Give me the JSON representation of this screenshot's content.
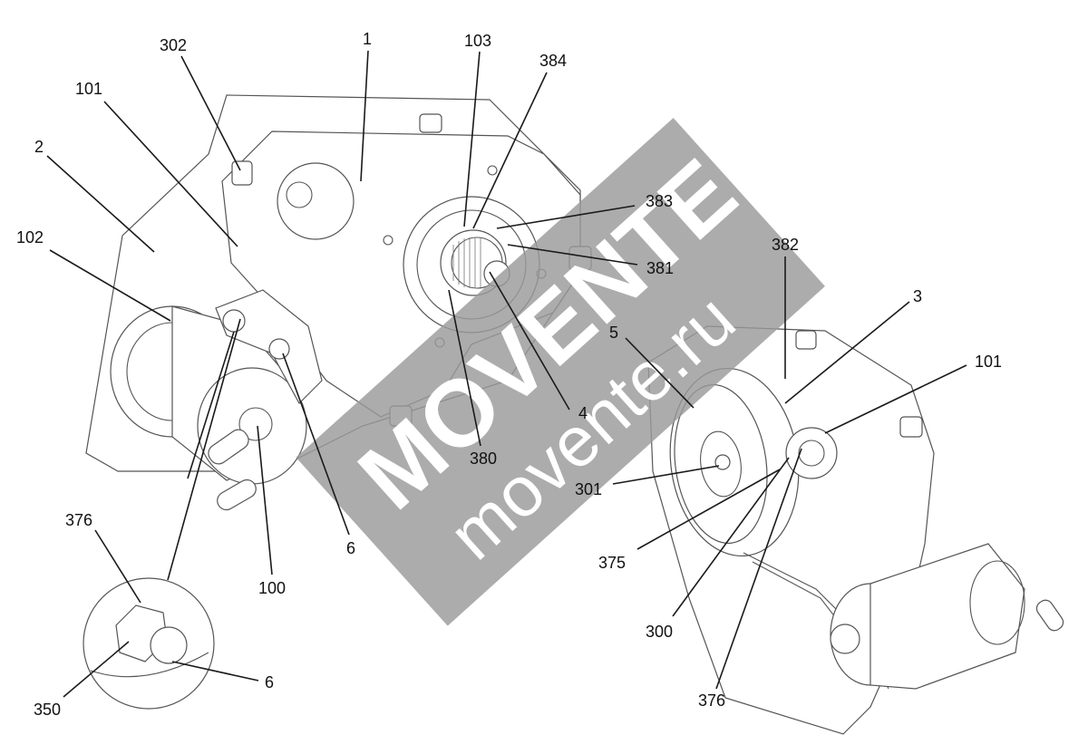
{
  "diagram": {
    "watermark": {
      "brand": "MOVENTE",
      "url": "movente.ru",
      "color": "#9a9a9a"
    },
    "callouts": [
      {
        "id": "302",
        "label": "302"
      },
      {
        "id": "1",
        "label": "1"
      },
      {
        "id": "103",
        "label": "103"
      },
      {
        "id": "384",
        "label": "384"
      },
      {
        "id": "101a",
        "label": "101"
      },
      {
        "id": "2",
        "label": "2"
      },
      {
        "id": "383",
        "label": "383"
      },
      {
        "id": "102",
        "label": "102"
      },
      {
        "id": "382",
        "label": "382"
      },
      {
        "id": "381",
        "label": "381"
      },
      {
        "id": "3",
        "label": "3"
      },
      {
        "id": "5",
        "label": "5"
      },
      {
        "id": "101b",
        "label": "101"
      },
      {
        "id": "4",
        "label": "4"
      },
      {
        "id": "380",
        "label": "380"
      },
      {
        "id": "301",
        "label": "301"
      },
      {
        "id": "376a",
        "label": "376"
      },
      {
        "id": "6a",
        "label": "6"
      },
      {
        "id": "375",
        "label": "375"
      },
      {
        "id": "100",
        "label": "100"
      },
      {
        "id": "300",
        "label": "300"
      },
      {
        "id": "6b",
        "label": "6"
      },
      {
        "id": "350",
        "label": "350"
      },
      {
        "id": "376b",
        "label": "376"
      }
    ]
  }
}
